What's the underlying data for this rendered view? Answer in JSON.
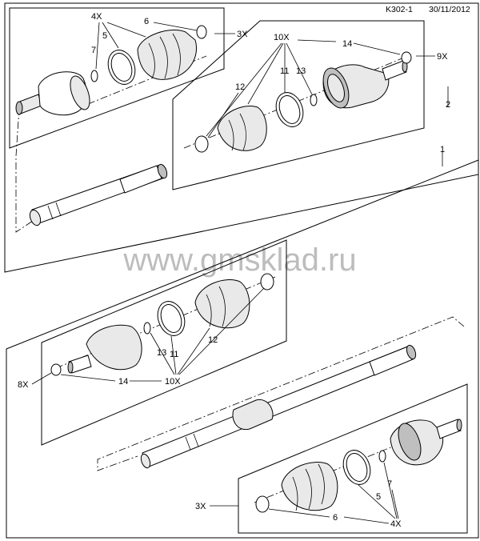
{
  "header": {
    "code": "K302-1",
    "date": "30/11/2012"
  },
  "watermark": "www.gmsklad.ru",
  "top_assembly": {
    "assembly_no": "2",
    "outer_kit": {
      "qty_left": "4X",
      "part_6": "6",
      "qty_right": "3X",
      "part_7": "7",
      "part_5": "5"
    },
    "inner_kit": {
      "qty_top": "10X",
      "part_14": "14",
      "qty_right": "9X",
      "part_12": "12",
      "part_11": "11",
      "part_13": "13"
    }
  },
  "bottom_assembly": {
    "assembly_no": "1",
    "inner_kit": {
      "qty_left": "8X",
      "part_14": "14",
      "qty_bottom": "10X",
      "part_13": "13",
      "part_11": "11",
      "part_12": "12"
    },
    "outer_kit": {
      "qty_left": "3X",
      "part_6": "6",
      "qty_bottom": "4X",
      "part_5": "5",
      "part_7": "7"
    }
  }
}
